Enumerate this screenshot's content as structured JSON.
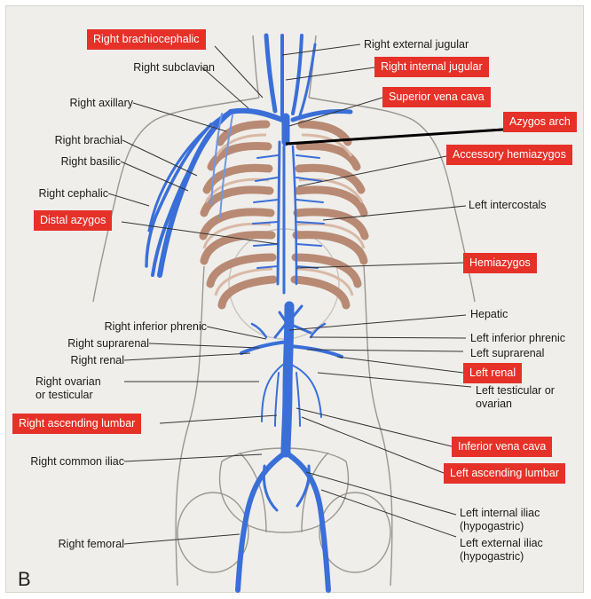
{
  "panel_letter": "B",
  "colors": {
    "vein": "#3a6fd8",
    "vein_light": "#6f97e6",
    "rib": "#b88a74",
    "body_outline": "#9a9690",
    "highlight_box": "#e63128",
    "leader": "#333333",
    "background": "#efeeeb"
  },
  "labels_left": [
    {
      "id": "right-subclavian",
      "text": "Right subclavian"
    },
    {
      "id": "right-axillary",
      "text": "Right axillary"
    },
    {
      "id": "right-brachial",
      "text": "Right brachial"
    },
    {
      "id": "right-basilic",
      "text": "Right basilic"
    },
    {
      "id": "right-cephalic",
      "text": "Right cephalic"
    },
    {
      "id": "right-inferior-phrenic",
      "text": "Right inferior phrenic"
    },
    {
      "id": "right-suprarenal",
      "text": "Right suprarenal"
    },
    {
      "id": "right-renal",
      "text": "Right renal"
    },
    {
      "id": "right-ovarian-testicular",
      "text": "Right ovarian\nor testicular"
    },
    {
      "id": "right-common-iliac",
      "text": "Right common iliac"
    },
    {
      "id": "right-femoral",
      "text": "Right femoral"
    }
  ],
  "labels_right": [
    {
      "id": "right-external-jugular",
      "text": "Right external jugular"
    },
    {
      "id": "left-intercostals",
      "text": "Left intercostals"
    },
    {
      "id": "hepatic",
      "text": "Hepatic"
    },
    {
      "id": "left-inferior-phrenic",
      "text": "Left inferior phrenic"
    },
    {
      "id": "left-suprarenal",
      "text": "Left suprarenal"
    },
    {
      "id": "left-testicular-ovarian",
      "text": "Left testicular or\novarian"
    },
    {
      "id": "left-internal-iliac",
      "text": "Left internal iliac\n(hypogastric)"
    },
    {
      "id": "left-external-iliac",
      "text": "Left external iliac\n(hypogastric)"
    }
  ],
  "highlighted": [
    {
      "id": "right-brachiocephalic",
      "text": "Right brachiocephalic"
    },
    {
      "id": "right-internal-jugular",
      "text": "Right internal jugular"
    },
    {
      "id": "superior-vena-cava",
      "text": "Superior vena cava"
    },
    {
      "id": "azygos-arch",
      "text": "Azygos arch"
    },
    {
      "id": "accessory-hemiazygos",
      "text": "Accessory hemiazygos"
    },
    {
      "id": "distal-azygos",
      "text": "Distal azygos"
    },
    {
      "id": "hemiazygos",
      "text": "Hemiazygos"
    },
    {
      "id": "left-renal",
      "text": "Left renal"
    },
    {
      "id": "right-ascending-lumbar",
      "text": "Right ascending lumbar"
    },
    {
      "id": "inferior-vena-cava",
      "text": "Inferior vena cava"
    },
    {
      "id": "left-ascending-lumbar",
      "text": "Left ascending lumbar"
    }
  ]
}
